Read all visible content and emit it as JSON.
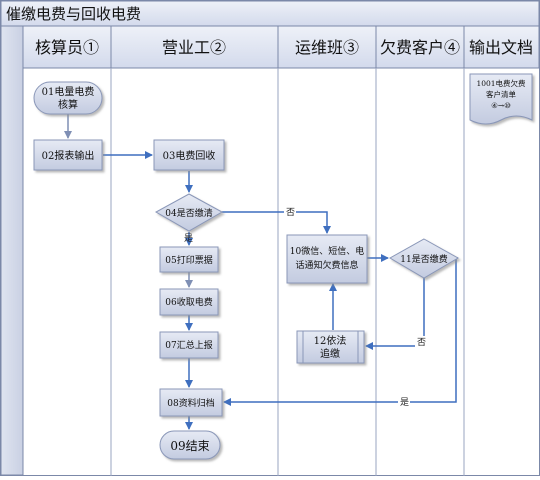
{
  "title": "催缴电费与回收电费",
  "lanes": [
    {
      "label": "核算员①"
    },
    {
      "label": "营业工②"
    },
    {
      "label": "运维班③"
    },
    {
      "label": "欠费客户④"
    },
    {
      "label": "输出文档"
    }
  ],
  "nodes": {
    "n01": {
      "line1": "01电量电费",
      "line2": "核算"
    },
    "n02": {
      "label": "02报表输出"
    },
    "n03": {
      "label": "03电费回收"
    },
    "n04": {
      "label": "04是否缴清"
    },
    "n05": {
      "label": "05打印票据"
    },
    "n06": {
      "label": "06收取电费"
    },
    "n07": {
      "label": "07汇总上报"
    },
    "n08": {
      "label": "08资料归档"
    },
    "n09": {
      "label": "09结束"
    },
    "n10": {
      "line1": "10微信、短信、电",
      "line2": "话通知欠费信息"
    },
    "n11": {
      "label": "11是否缴费"
    },
    "n12": {
      "line1": "12依法",
      "line2": "追缴"
    },
    "doc1001": {
      "line1": "1001电费欠费",
      "line2": "客户清单",
      "line3": "④→⑩"
    }
  },
  "edge_labels": {
    "n04_no": "否",
    "n04_yes": "是",
    "n11_no": "否",
    "n11_yes": "是"
  },
  "colors": {
    "lane_header": "#d9dfee",
    "process_fill": "#cfd6e8",
    "process_stroke": "#8a97b8",
    "arrow": "#3f6fbf"
  }
}
